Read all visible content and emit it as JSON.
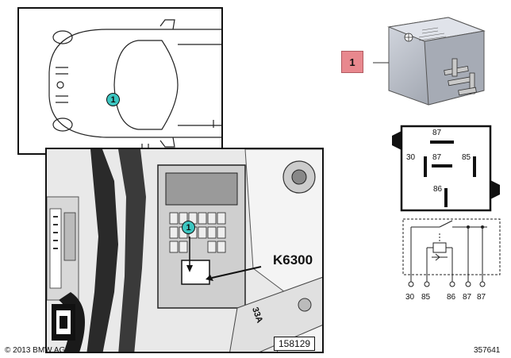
{
  "callout_number": "1",
  "photo": {
    "label": "K6300",
    "number": "158129",
    "fuse_label": "33A"
  },
  "part_number_badge": "1",
  "pin_diagram": {
    "pins": [
      "87",
      "30",
      "87",
      "85",
      "86"
    ]
  },
  "circuit": {
    "terminals": [
      "30",
      "85",
      "86",
      "87",
      "87"
    ]
  },
  "footer": {
    "copyright": "© 2013 BMW AG",
    "diagram_number": "357641"
  }
}
